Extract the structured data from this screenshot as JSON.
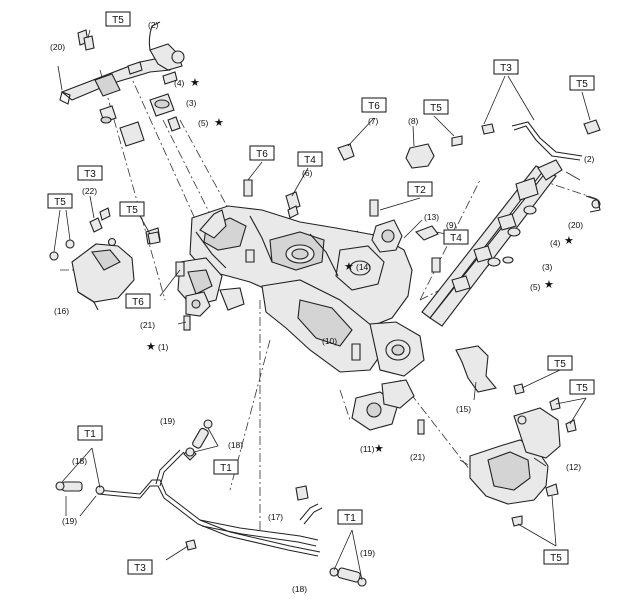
{
  "torque_labels": {
    "t1": "T1",
    "t2": "T2",
    "t3": "T3",
    "t4": "T4",
    "t5": "T5",
    "t6": "T6"
  },
  "part_labels": {
    "p1": "(1)",
    "p2": "(2)",
    "p3": "(3)",
    "p4": "(4)",
    "p5": "(5)",
    "p6": "(6)",
    "p7": "(7)",
    "p8": "(8)",
    "p9": "(9)",
    "p10": "(10)",
    "p11": "(11)",
    "p12": "(12)",
    "p13": "(13)",
    "p14": "(14)",
    "p15": "(15)",
    "p16": "(16)",
    "p17": "(17)",
    "p18": "(18)",
    "p19": "(19)",
    "p20": "(20)",
    "p21": "(21)",
    "p22": "(22)"
  },
  "star_symbol": "★"
}
